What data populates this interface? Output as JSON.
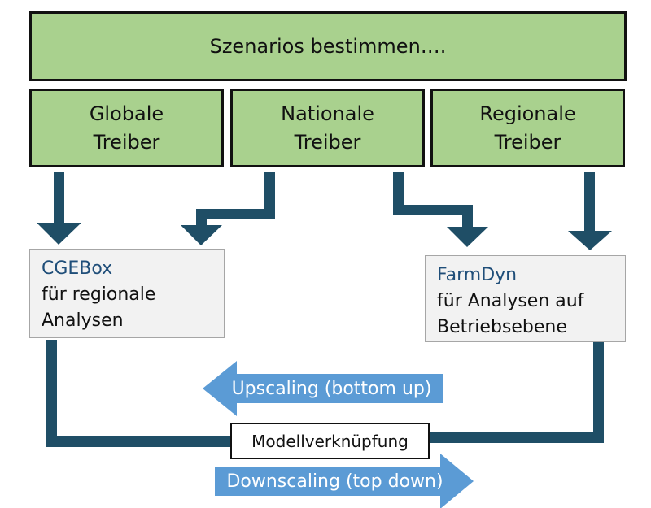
{
  "top": {
    "title": "Szenarios bestimmen…."
  },
  "drivers": [
    {
      "line1": "Globale",
      "line2": "Treiber"
    },
    {
      "line1": "Nationale",
      "line2": "Treiber"
    },
    {
      "line1": "Regionale",
      "line2": "Treiber"
    }
  ],
  "models": {
    "cge": {
      "name": "CGEBox",
      "line1": "für regionale",
      "line2": "Analysen"
    },
    "farm": {
      "name": "FarmDyn",
      "line1": "für Analysen auf",
      "line2": "Betriebsebene"
    }
  },
  "link": {
    "label": "Modellverknüpfung"
  },
  "scaling": {
    "up": "Upscaling (bottom up)",
    "down": "Downscaling (top down)"
  },
  "colors": {
    "box_green": "#a9d18e",
    "connector": "#1f4e66",
    "scaling_arrow": "#5b9bd5",
    "model_box": "#f2f2f2",
    "model_name": "#1f4e79"
  }
}
